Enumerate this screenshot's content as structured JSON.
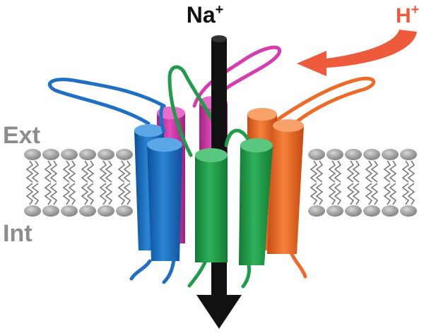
{
  "labels": {
    "ion_main": "Na",
    "ion_main_charge": "+",
    "ion_proton": "H",
    "ion_proton_charge": "+",
    "ext": "Ext",
    "int": "Int"
  },
  "colors": {
    "blue": "#1f6fc4",
    "magenta": "#d63cae",
    "green": "#1f9b49",
    "orange": "#ef6a26",
    "arrow_black": "#111111",
    "arrow_red": "#ee5a3c",
    "label_gray": "#8a8c90",
    "lipid_head": "#9a9a9a"
  }
}
